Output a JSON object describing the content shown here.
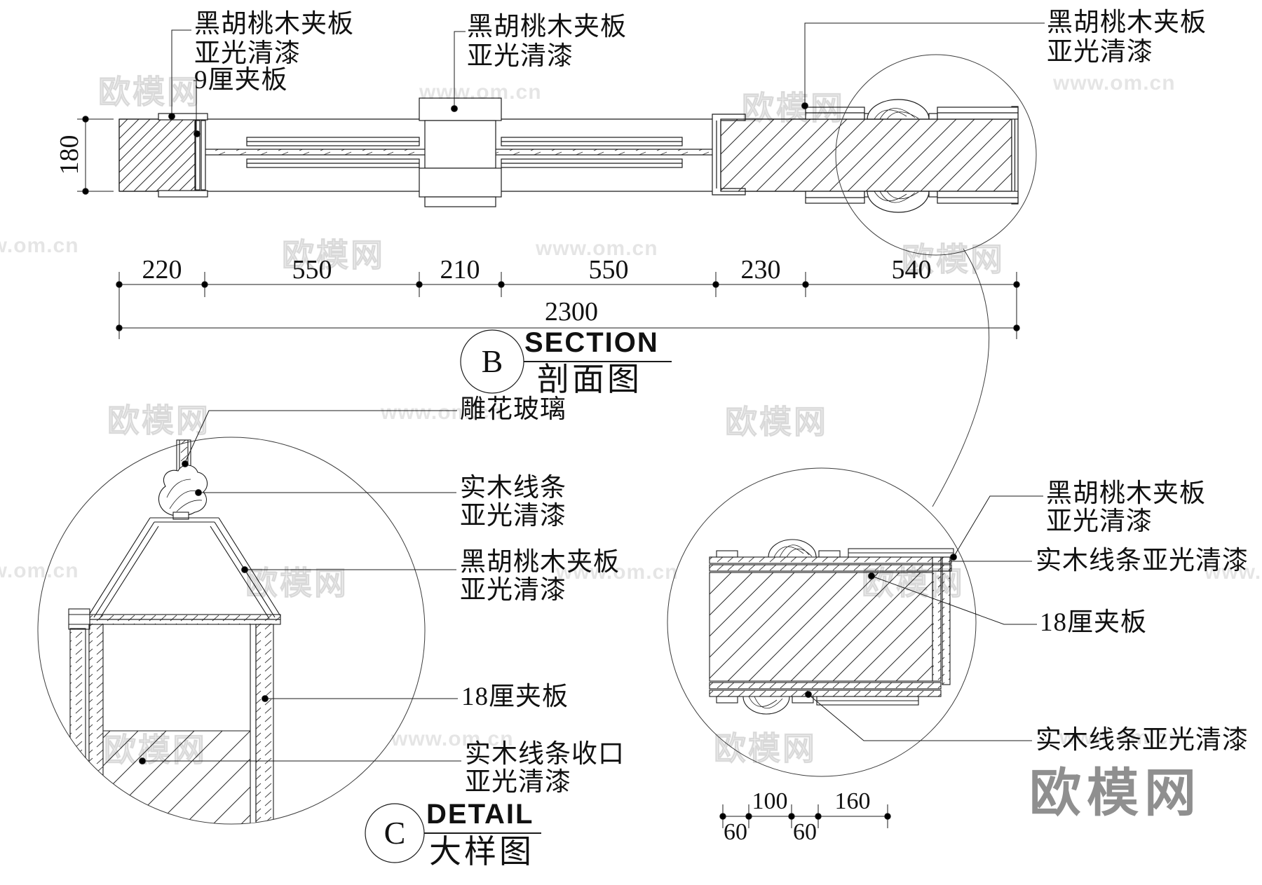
{
  "drawing": {
    "section": {
      "ref": "B",
      "title_en": "SECTION",
      "title_cn": "剖面图"
    },
    "detail": {
      "ref": "C",
      "title_en": "DETAIL",
      "title_cn": "大样图"
    }
  },
  "dims": {
    "height": "180",
    "segments": [
      "220",
      "550",
      "210",
      "550",
      "230",
      "540"
    ],
    "total": "2300",
    "detail_top": [
      "100",
      "160"
    ],
    "detail_bottom": [
      "60",
      "60"
    ]
  },
  "labels": {
    "tl_mat1": "黑胡桃木夹板",
    "tl_mat2": "亚光清漆",
    "tl_ply": "9厘夹板",
    "tm1": "黑胡桃木夹板",
    "tm2": "亚光清漆",
    "tr1": "黑胡桃木夹板",
    "tr2": "亚光清漆",
    "c1": "雕花玻璃",
    "c2a": "实木线条",
    "c2b": "亚光清漆",
    "c3a": "黑胡桃木夹板",
    "c3b": "亚光清漆",
    "c4": "18厘夹板",
    "c5a": "实木线条收口",
    "c5b": "亚光清漆",
    "r1a": "黑胡桃木夹板",
    "r1b": "亚光清漆",
    "r2": "实木线条亚光清漆",
    "r3": "18厘夹板",
    "r4": "实木线条亚光清漆"
  },
  "watermark": {
    "brand": "欧模网",
    "site": "www.om.cn",
    "logo": "欧模网"
  },
  "colors": {
    "line": "#1b1b1b",
    "text": "#111111",
    "logo_gray": "#8f8f8f"
  }
}
